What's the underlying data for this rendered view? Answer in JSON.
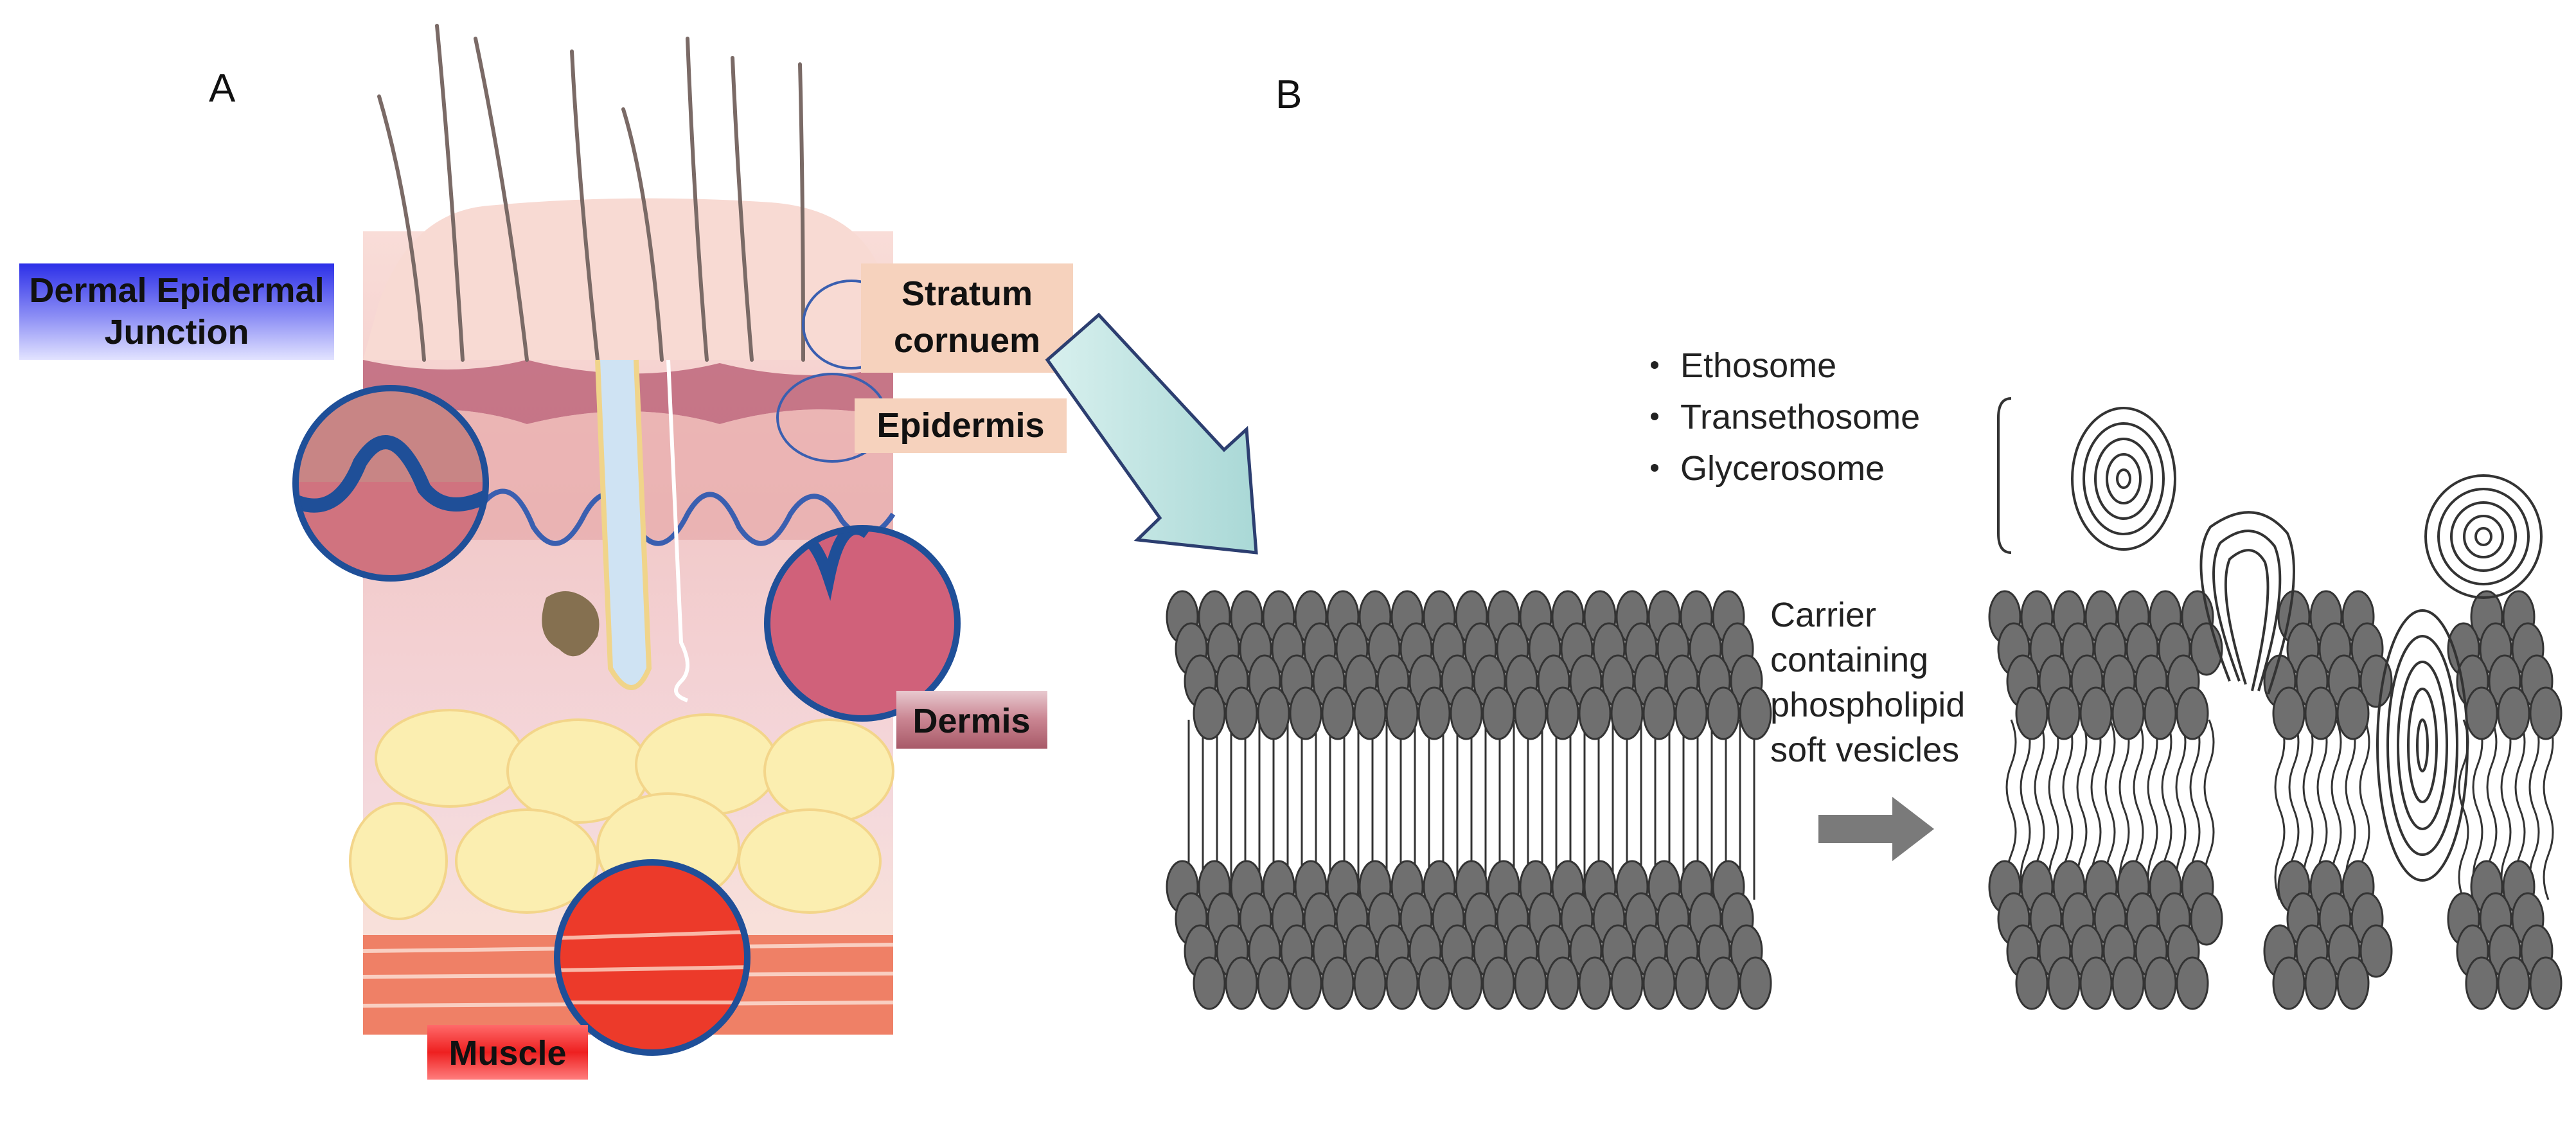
{
  "panels": {
    "a": {
      "letter": "A"
    },
    "b": {
      "letter": "B"
    }
  },
  "labels": {
    "dej_line1": "Dermal Epidermal",
    "dej_line2": "Junction",
    "sc_line1": "Stratum",
    "sc_line2": "cornuem",
    "epidermis": "Epidermis",
    "dermis": "Dermis",
    "muscle": "Muscle"
  },
  "carrier_list": [
    "Ethosome",
    "Transethosome",
    "Glycerosome"
  ],
  "carrier_caption": [
    "Carrier",
    "containing",
    "phospholipid",
    "soft vesicles"
  ],
  "colors": {
    "dej_box": "#4a4df0",
    "sc_box": "#f6d2bd",
    "dermis_box": "#c47e8a",
    "muscle_box": "#ee2a2a",
    "circle_stroke": "#1f4f98",
    "big_arrow": "#bfe4e2",
    "head_fill": "#6f6f6f"
  }
}
